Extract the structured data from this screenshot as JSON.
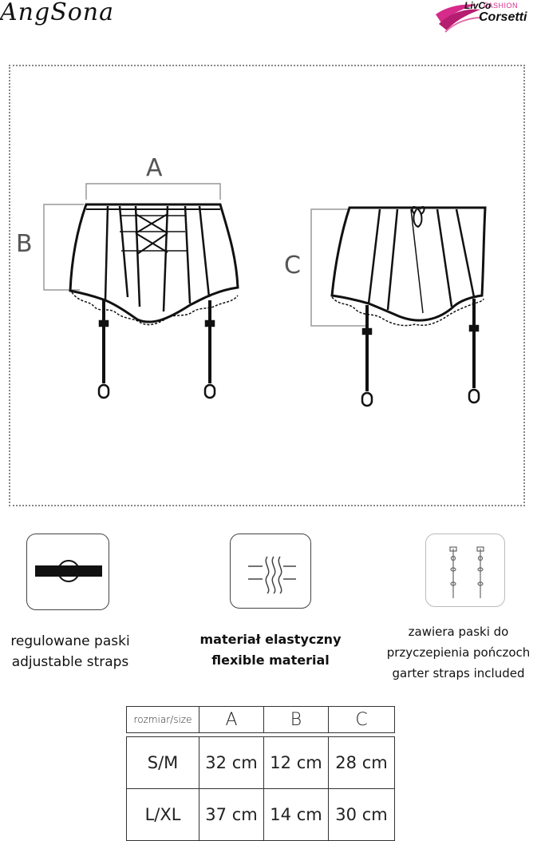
{
  "header": {
    "brand_script": "AngSona",
    "logo": {
      "fashion": "FASHION",
      "livco": "LivCo",
      "corsetti": "Corsetti"
    }
  },
  "diagram": {
    "labels": {
      "a": "A",
      "b": "B",
      "c": "C"
    }
  },
  "features": [
    {
      "icon": "adjustable-strap-icon",
      "line1": "regulowane paski",
      "line2": "adjustable straps"
    },
    {
      "icon": "elastic-material-icon",
      "line1": "materiał elastyczny",
      "line2": "flexible material"
    },
    {
      "icon": "garter-straps-icon",
      "line1": "zawiera paski do",
      "line2": "przyczepienia pończoch",
      "line3": "garter straps included"
    }
  ],
  "size_table": {
    "header_label": "rozmiar/size",
    "columns": [
      "A",
      "B",
      "C"
    ],
    "rows": [
      {
        "size": "S/M",
        "values": [
          "32 cm",
          "12 cm",
          "28 cm"
        ]
      },
      {
        "size": "L/XL",
        "values": [
          "37 cm",
          "14 cm",
          "30 cm"
        ]
      }
    ]
  },
  "colors": {
    "accent": "#d62b8a",
    "line": "#111111",
    "frame": "#888888"
  }
}
